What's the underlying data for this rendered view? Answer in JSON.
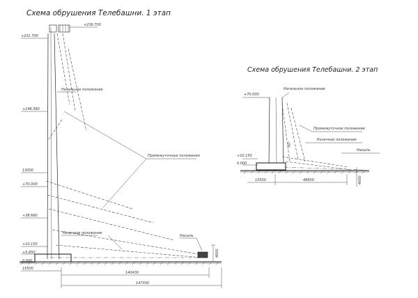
{
  "stage1": {
    "title": "Схема обрушения Телебашни. 1 этап",
    "levels": [
      "+239.700",
      "+231.700",
      "+146.560",
      "13000",
      "+70.000",
      "+38.660",
      "+10.150",
      "+5.850",
      "0.000"
    ],
    "labels": {
      "initial": "Начальное положение",
      "intermediate": "Промежуточные положения",
      "final": "Конечное положение",
      "embankment": "Насыпь"
    },
    "dims": [
      "15500",
      "140430",
      "147300",
      "4000"
    ]
  },
  "stage2": {
    "title": "Схема обрушения Телебашни. 2 этап",
    "levels": [
      "+70.000",
      "+10.150",
      "0.000"
    ],
    "labels": {
      "initial": "Начальное положение",
      "intermediate": "Промежуточное положение",
      "final": "Конечное положение",
      "embankment": "Насыпь"
    },
    "dims": [
      "15500",
      "48600",
      "4000"
    ],
    "angle": "30°"
  }
}
